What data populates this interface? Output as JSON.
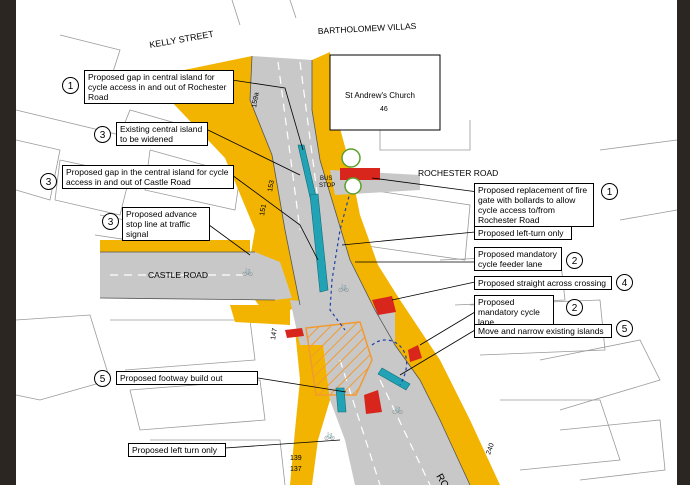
{
  "streets": {
    "kelly": "KELLY STREET",
    "bartholomew": "BARTHOLOMEW VILLAS",
    "rochester": "ROCHESTER ROAD",
    "castle": "CASTLE ROAD",
    "main_partial": "RO"
  },
  "buildings": {
    "church_name": "St Andrew's Church",
    "church_no": "46",
    "no_159a": "159a",
    "no_153": "153",
    "no_151": "151",
    "no_147": "147",
    "no_139": "139",
    "no_137": "137",
    "no_240": "240"
  },
  "road_markings": {
    "bus": "BUS",
    "stop": "STOP"
  },
  "callouts": [
    {
      "num": "1",
      "text": "Proposed gap in central island for cycle access in and out of Rochester Road"
    },
    {
      "num": "3",
      "text": "Existing central island to be widened"
    },
    {
      "num": "3",
      "text": "Proposed gap in the central island for cycle access in and out of Castle Road"
    },
    {
      "num": "3",
      "text": "Proposed advance stop line at traffic signal"
    },
    {
      "num": "1",
      "text": "Proposed replacement of fire gate with bollards to allow cycle access to/from Rochester Road"
    },
    {
      "num": "",
      "text": "Proposed left-turn only"
    },
    {
      "num": "2",
      "text": "Proposed mandatory cycle feeder lane"
    },
    {
      "num": "4",
      "text": "Proposed straight across crossing"
    },
    {
      "num": "2",
      "text": "Proposed mandatory cycle lane"
    },
    {
      "num": "5",
      "text": "Move and narrow existing islands"
    },
    {
      "num": "5",
      "text": "Proposed footway build out"
    },
    {
      "num": "",
      "text": "Proposed left turn only"
    }
  ],
  "colors": {
    "frame": "#2b2622",
    "paper": "#ffffff",
    "road": "#c8c8c8",
    "footway": "#f2b400",
    "cycle_island": "#22a3b5",
    "red_surface": "#d9261c",
    "tree": "#7dc242",
    "box_junction": "#f29a32"
  }
}
